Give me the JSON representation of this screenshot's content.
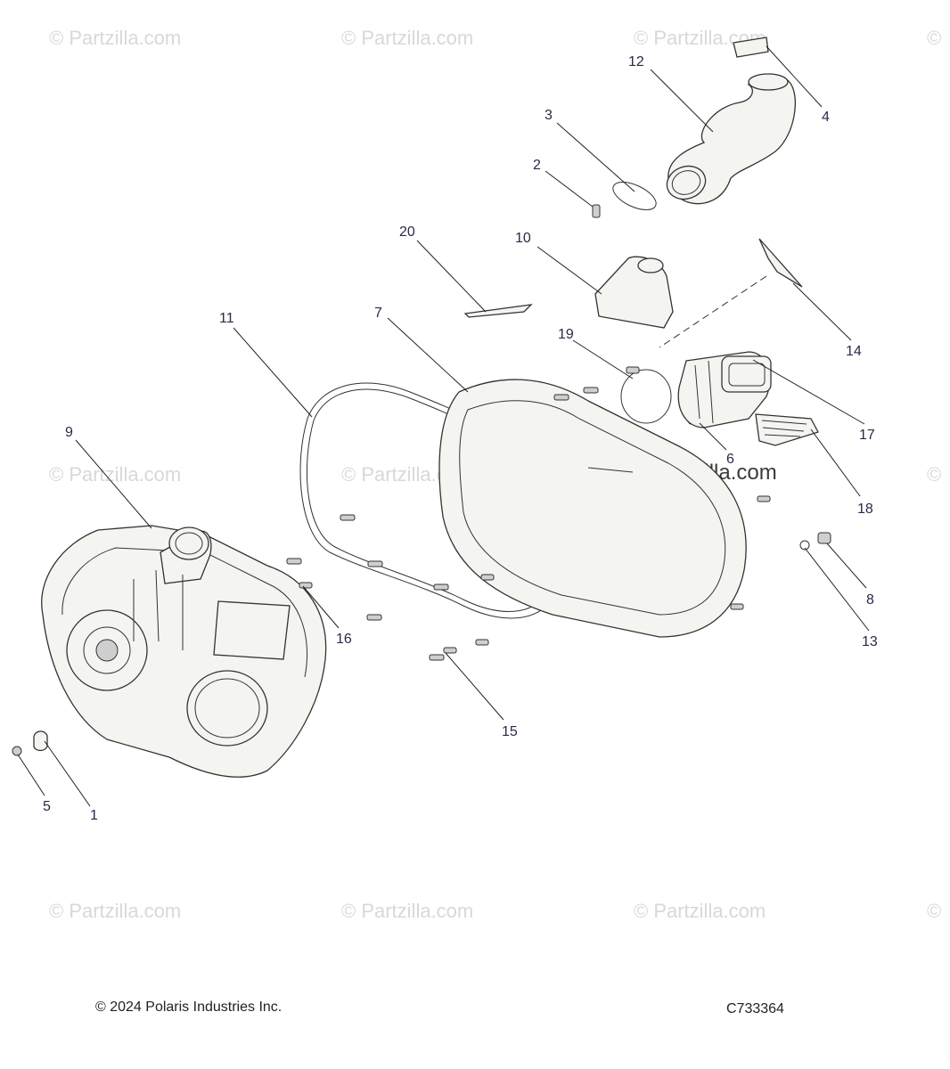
{
  "watermarks": {
    "text": "© Partzilla.com",
    "prominent_text": "© Partzilla.com"
  },
  "callouts": {
    "c1": "1",
    "c2": "2",
    "c3": "3",
    "c4": "4",
    "c5": "5",
    "c6": "6",
    "c7": "7",
    "c8": "8",
    "c9": "9",
    "c10": "10",
    "c11": "11",
    "c12": "12",
    "c13": "13",
    "c14": "14",
    "c15": "15",
    "c16": "16",
    "c17": "17",
    "c18": "18",
    "c19": "19",
    "c20": "20"
  },
  "footer": {
    "copyright": "© 2024 Polaris Industries Inc.",
    "diagram_code": "C733364"
  }
}
